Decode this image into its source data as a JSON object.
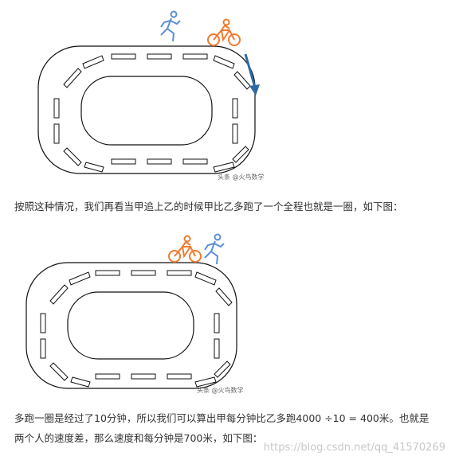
{
  "figure1": {
    "watermark": "头条 @火鸟数学",
    "icons": [
      "runner-blue-icon",
      "cyclist-orange-icon",
      "arrow-down-icon"
    ],
    "colors": {
      "runner": "#5b8fd6",
      "cyclist": "#f07a30",
      "arrow": "#2d6aa3"
    }
  },
  "paragraph1": "按照这种情况，我们再看当甲追上乙的时候甲比乙多跑了一个全程也就是一圈，如下图：",
  "figure2": {
    "watermark": "头条 @火鸟数学",
    "icons": [
      "cyclist-orange-icon",
      "runner-blue-icon"
    ]
  },
  "paragraph2": {
    "line1": "多跑一圈是经过了10分钟，所以我们可以算出甲每分钟比乙多跑4000 ÷10 = 400米。也就是",
    "line2": "两个人的速度差，那么速度和每分钟是700米，如下图："
  },
  "page_watermark": "https://blog.csdn.net/qq_41570269"
}
